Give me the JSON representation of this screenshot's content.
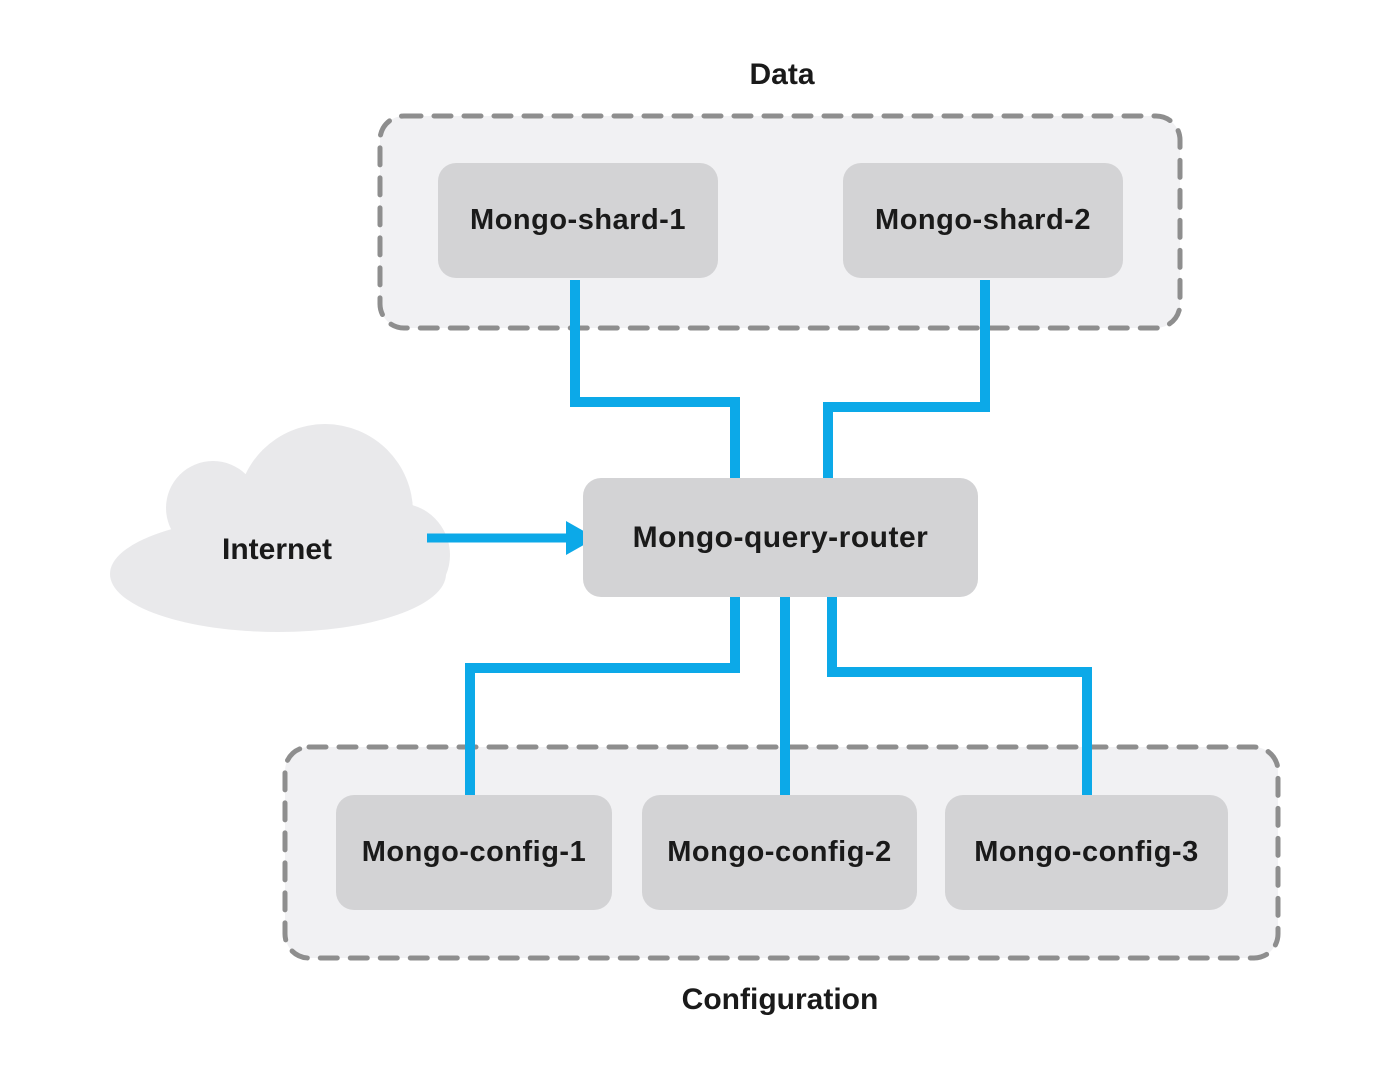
{
  "diagram": {
    "groups": {
      "data": {
        "label": "Data"
      },
      "configuration": {
        "label": "Configuration"
      }
    },
    "cloud": {
      "label": "Internet"
    },
    "router": {
      "label": "Mongo-query-router"
    },
    "shards": [
      {
        "label": "Mongo-shard-1"
      },
      {
        "label": "Mongo-shard-2"
      }
    ],
    "configs": [
      {
        "label": "Mongo-config-1"
      },
      {
        "label": "Mongo-config-2"
      },
      {
        "label": "Mongo-config-3"
      }
    ],
    "colors": {
      "connector": "#0ca9e8",
      "node_fill": "#d3d3d5",
      "group_fill": "#f1f1f3",
      "group_border": "#8e8e8e",
      "cloud_fill": "#e9e9eb",
      "text": "#1a1a1a"
    }
  }
}
